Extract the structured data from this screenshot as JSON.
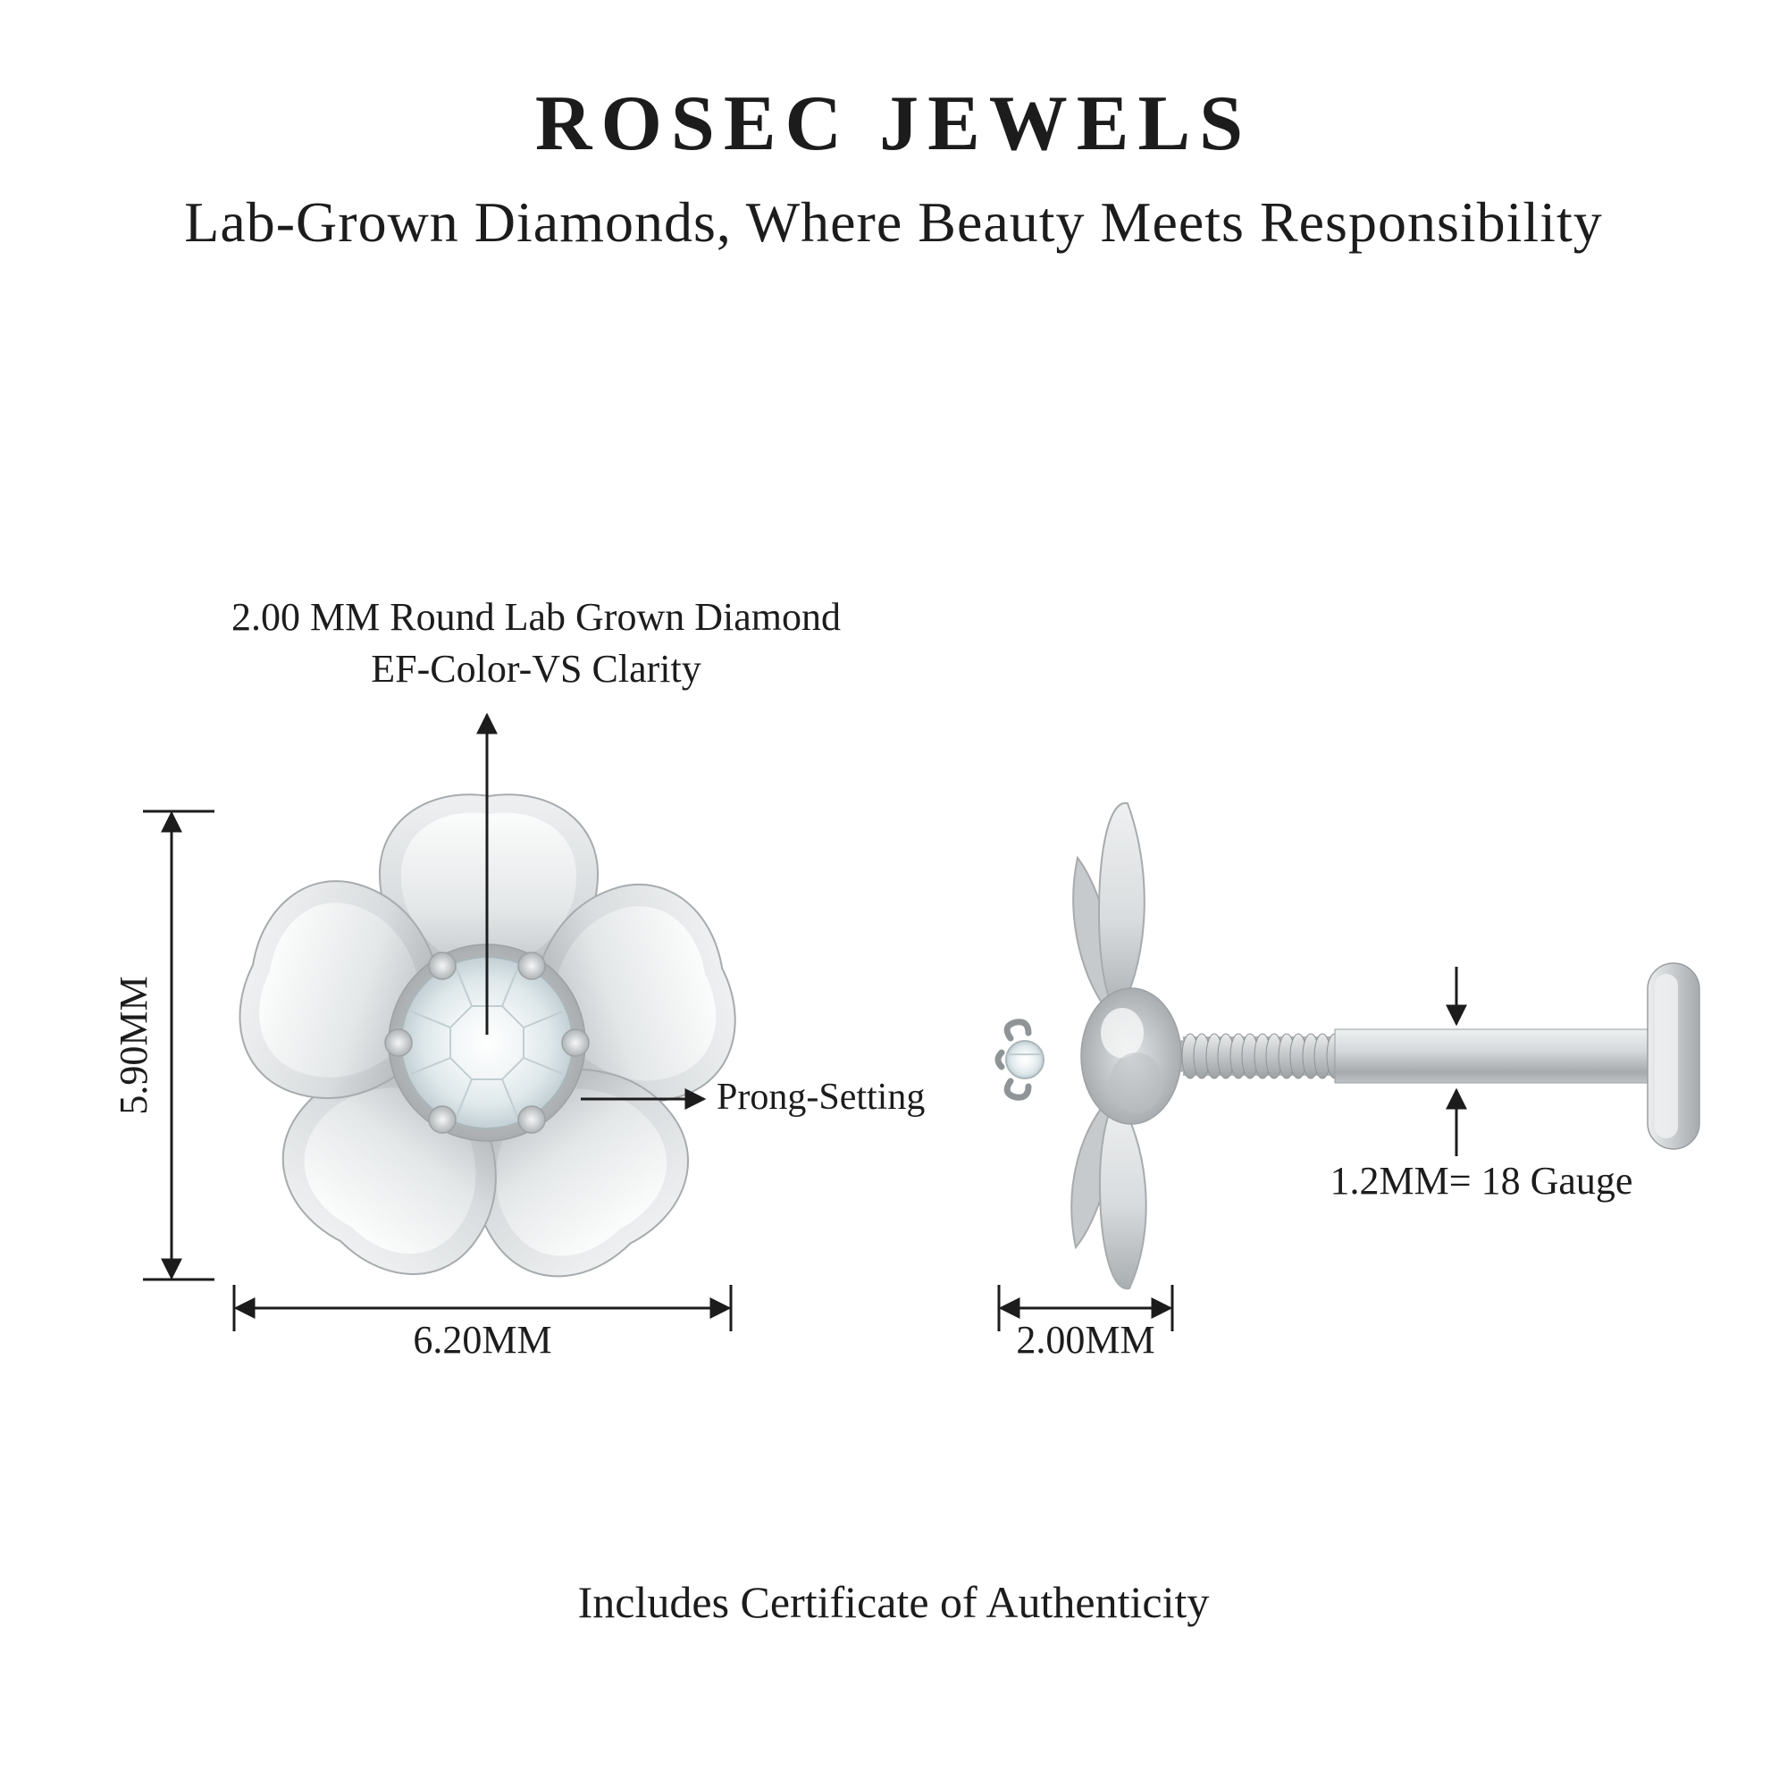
{
  "page": {
    "brand": "ROSEC JEWELS",
    "tagline": "Lab-Grown Diamonds, Where Beauty Meets Responsibility",
    "footer_note": "Includes Certificate of Authenticity"
  },
  "front_view": {
    "stone_annotation_line1": "2.00 MM Round Lab Grown Diamond",
    "stone_annotation_line2": "EF-Color-VS Clarity",
    "prong_label": "Prong-Setting",
    "height_dimension": "5.90MM",
    "width_dimension": "6.20MM"
  },
  "side_view": {
    "gauge_annotation": "1.2MM= 18 Gauge",
    "width_dimension": "2.00MM"
  },
  "colors": {
    "text": "#1c1c1c",
    "metal_light": "#f2f3f4",
    "metal_dark": "#a3a7aa",
    "background": "#ffffff"
  }
}
